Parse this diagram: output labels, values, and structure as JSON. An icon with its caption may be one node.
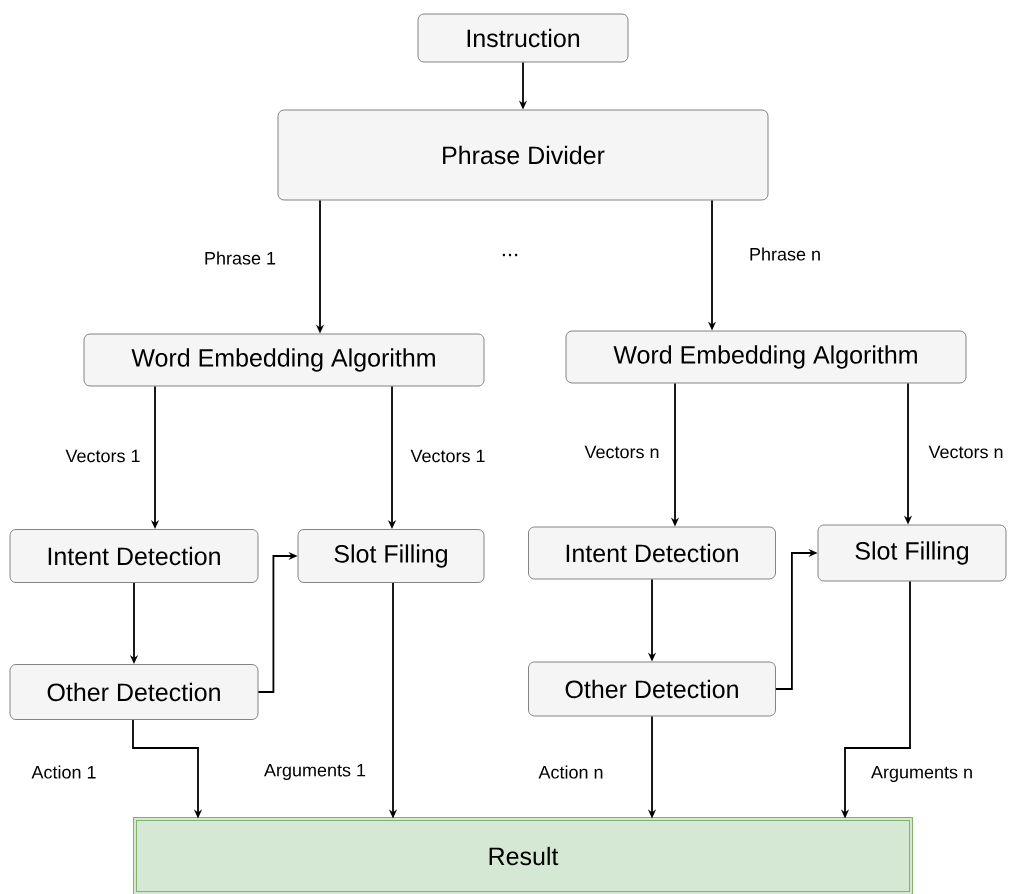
{
  "diagram": {
    "nodes": [
      {
        "text": [
          "Instruction"
        ]
      },
      {
        "text": [
          "Phrase Divider"
        ]
      },
      {
        "text": [
          "Word Embedding Algorithm"
        ]
      },
      {
        "text": [
          "Intent Detection"
        ]
      },
      {
        "text": [
          "Slot Filling"
        ]
      },
      {
        "text": [
          "Other Detection"
        ]
      },
      {
        "text": [
          "Word Embedding Algorithm"
        ]
      },
      {
        "text": [
          "Intent Detection"
        ]
      },
      {
        "text": [
          "Slot Filling"
        ]
      },
      {
        "text": [
          "Other Detection"
        ]
      },
      {
        "text": [
          "Result"
        ]
      }
    ],
    "edges": [
      {
        "from": 0,
        "to": 1,
        "arrow": "to"
      },
      {
        "from": 1,
        "to": 2,
        "arrow": "to",
        "label": "Phrase 1"
      },
      {
        "from": 1,
        "to": 6,
        "arrow": "to",
        "label": "Phrase n"
      },
      {
        "from": 2,
        "to": 3,
        "arrow": "to",
        "label": "Vectors 1"
      },
      {
        "from": 2,
        "to": 4,
        "arrow": "to",
        "label": "Vectors 1"
      },
      {
        "from": 3,
        "to": 5,
        "arrow": "to"
      },
      {
        "from": 5,
        "to": 4,
        "arrow": "to"
      },
      {
        "from": 6,
        "to": 7,
        "arrow": "to",
        "label": "Vectors n"
      },
      {
        "from": 6,
        "to": 8,
        "arrow": "to",
        "label": "Vectors n"
      },
      {
        "from": 7,
        "to": 9,
        "arrow": "to"
      },
      {
        "from": 9,
        "to": 8,
        "arrow": "to"
      },
      {
        "from": 5,
        "to": 10,
        "arrow": "to",
        "label": "Action 1"
      },
      {
        "from": 4,
        "to": 10,
        "arrow": "to",
        "label": "Arguments 1"
      },
      {
        "from": 9,
        "to": 10,
        "arrow": "to",
        "label": "Action n"
      },
      {
        "from": 8,
        "to": 10,
        "arrow": "to",
        "label": "Arguments n"
      }
    ],
    "labels": [
      "..."
    ]
  }
}
